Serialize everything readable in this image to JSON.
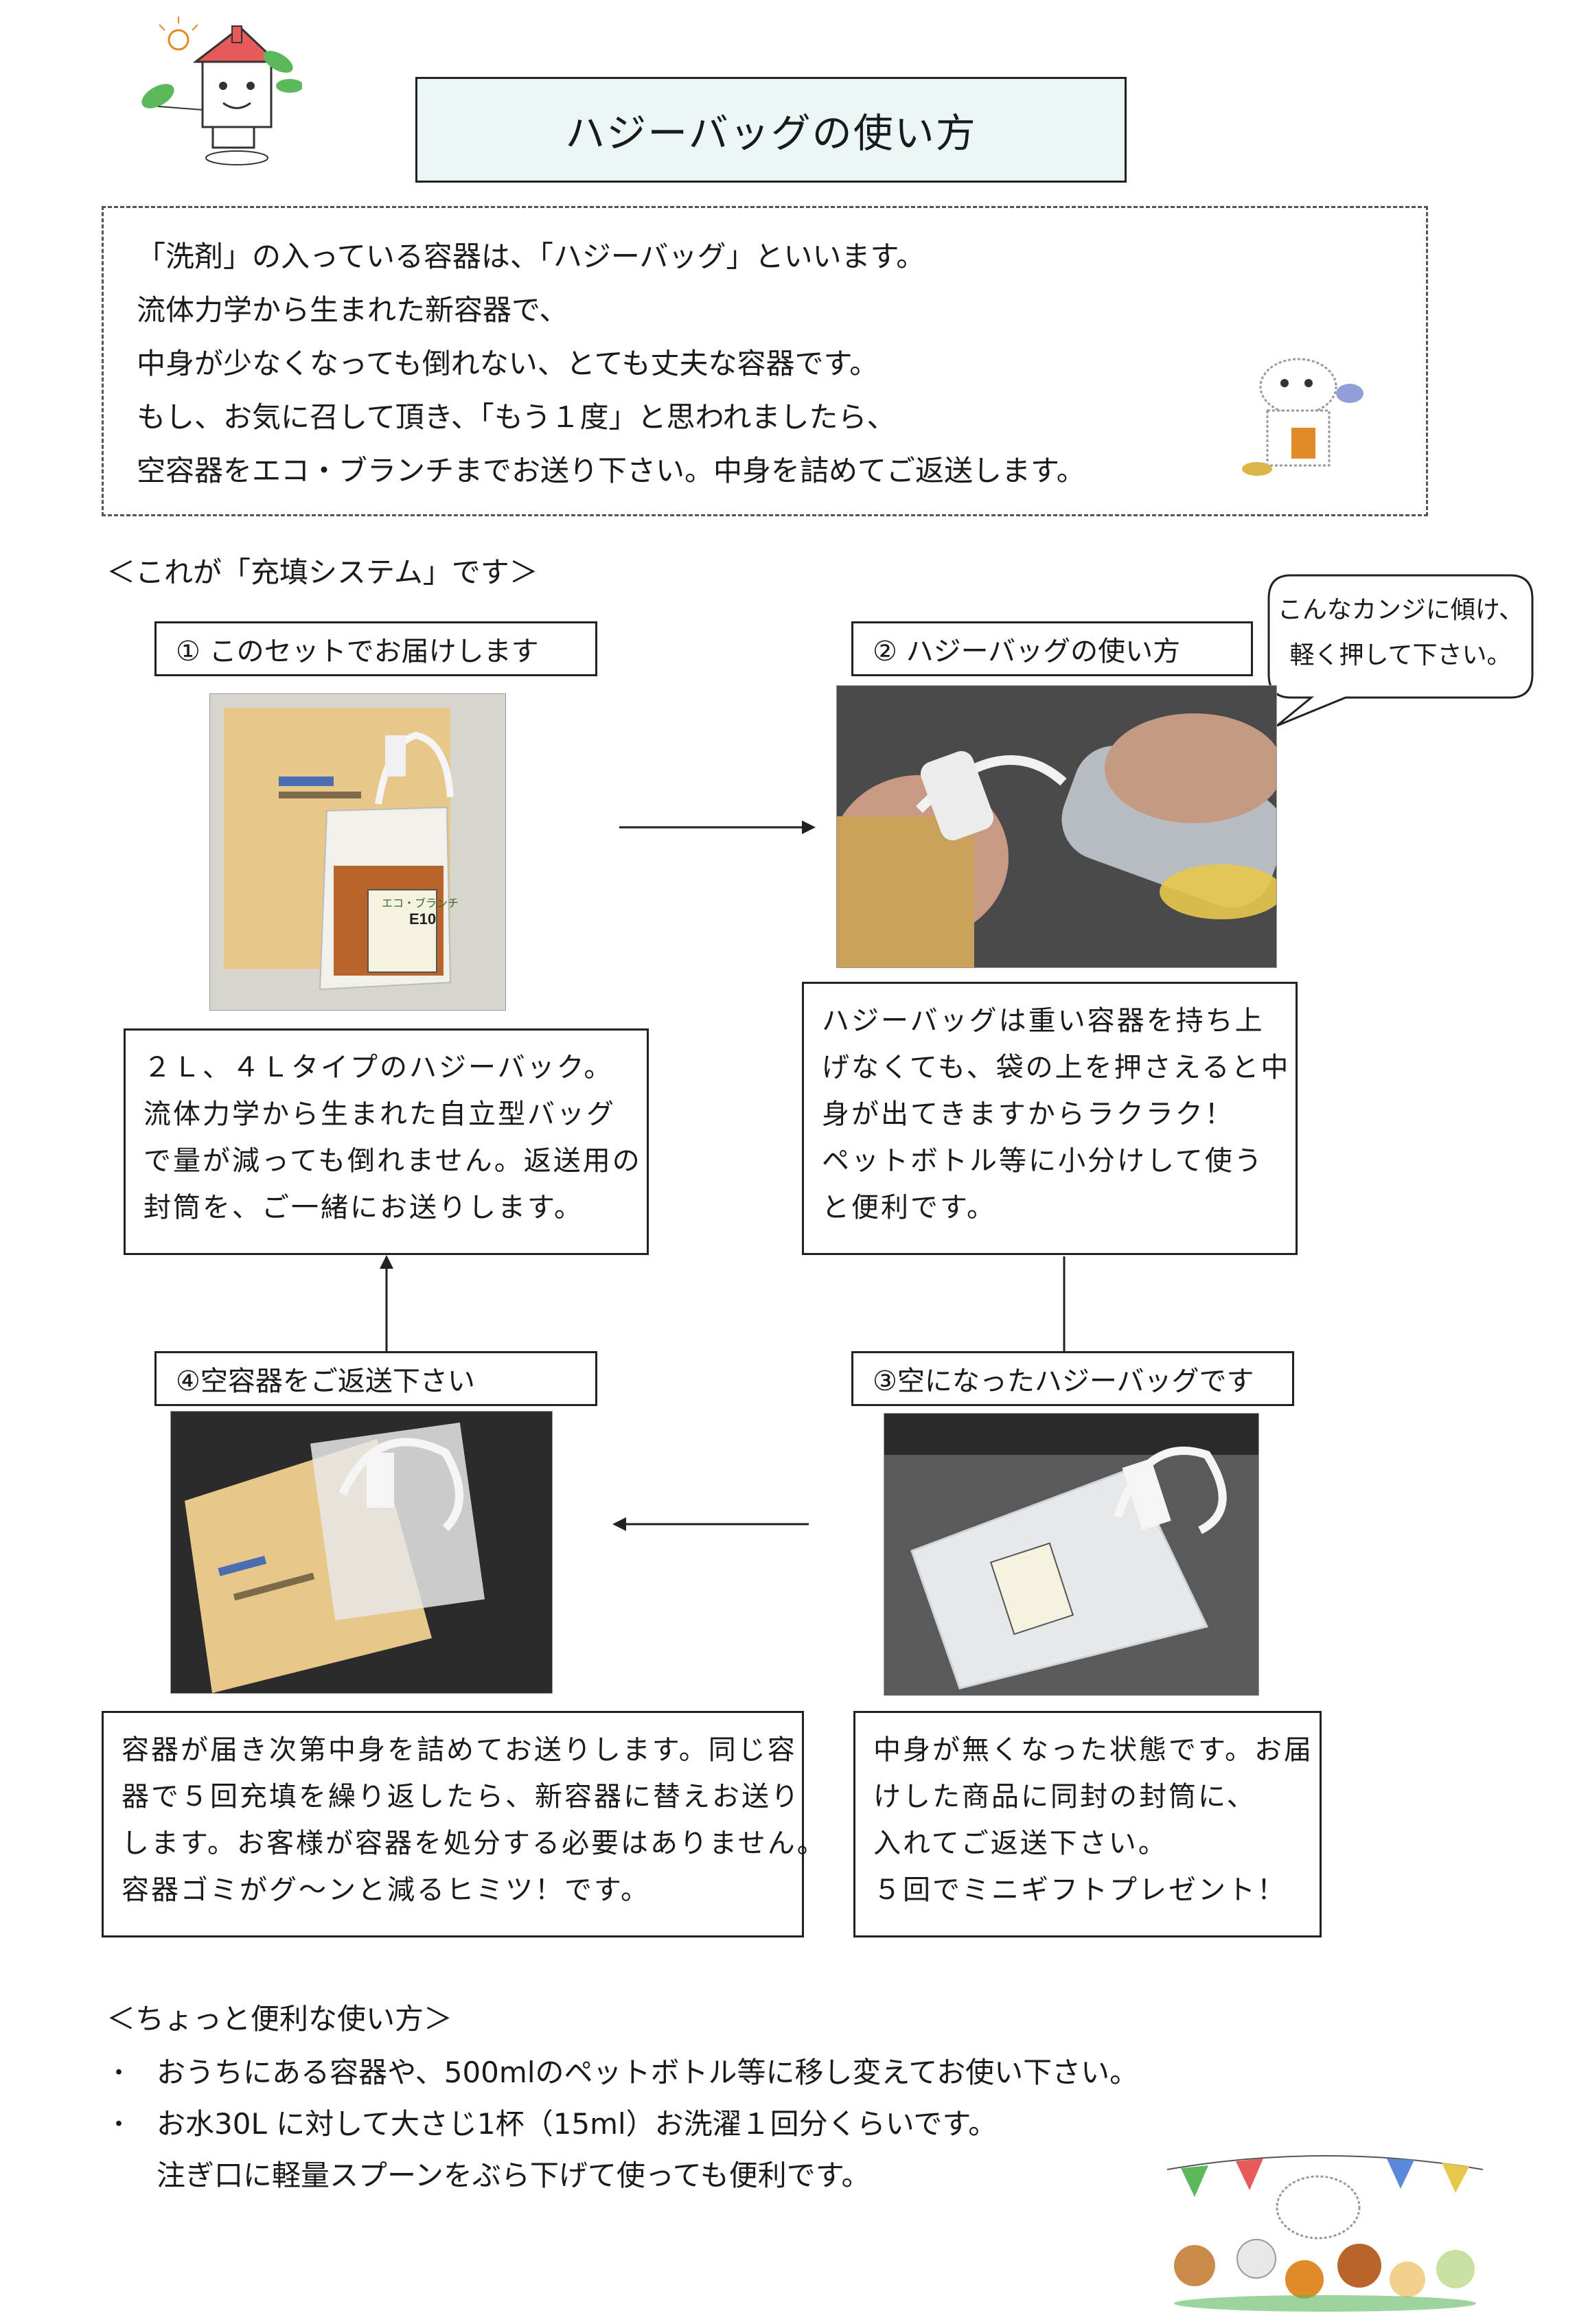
{
  "title": "ハジーバッグの使い方",
  "intro": [
    "「洗剤」の入っている容器は、「ハジーバッグ」といいます。",
    "流体力学から生まれた新容器で、",
    "中身が少なくなっても倒れない、とても丈夫な容器です。",
    "もし、お気に召して頂き、「もう１度」と思われましたら、",
    "空容器をエコ・ブランチまでお送り下さい。中身を詰めてご返送します。"
  ],
  "section_heading": "＜これが「充填システム」です＞",
  "bubble": [
    "こんなカンジに傾け、",
    "軽く押して下さい。"
  ],
  "steps": [
    {
      "label": "①  このセットでお届けします",
      "lines": [
        "２Ｌ、４Ｌタイプのハジーバック。",
        "流体力学から生まれた自立型バッグ",
        "で量が減っても倒れません。返送用の",
        "封筒を、ご一緒にお送りします。"
      ]
    },
    {
      "label": "②  ハジーバッグの使い方",
      "lines": [
        "ハジーバッグは重い容器を持ち上",
        "げなくても、袋の上を押さえると中",
        "身が出てきますからラクラク！",
        "ペットボトル等に小分けして使う",
        "と便利です。"
      ]
    },
    {
      "label": "③空になったハジーバッグです",
      "lines": [
        "中身が無くなった状態です。お届",
        "けした商品に同封の封筒に、",
        "入れてご返送下さい。",
        "５回でミニギフトプレゼント！"
      ]
    },
    {
      "label": "④空容器をご返送下さい",
      "lines": [
        "容器が届き次第中身を詰めてお送りします。同じ容",
        "器で５回充填を繰り返したら、新容器に替えお送り",
        "します。お客様が容器を処分する必要はありません。",
        "容器ゴミがグ〜ンと減るヒミツ！です。"
      ]
    }
  ],
  "tips_heading": "＜ちょっと便利な使い方＞",
  "tips": [
    {
      "bullet": "・",
      "lines": [
        "おうちにある容器や、500mlのペットボトル等に移し変えてお使い下さい。"
      ]
    },
    {
      "bullet": "・",
      "lines": [
        "お水30L に対して大さじ1杯（15ml）お洗濯１回分くらいです。",
        "注ぎ口に軽量スプーンをぶら下げて使っても便利です。"
      ]
    }
  ],
  "product_label": {
    "brand": "エコ・ブランチ",
    "code": "E10"
  },
  "icons": [
    "house-mascot-illustration",
    "cow-mascot-illustration",
    "animals-group-illustration"
  ],
  "colors": {
    "title_bg": "#eaf7f6",
    "envelope": "#e8c88a",
    "detergent": "#b8642a"
  }
}
